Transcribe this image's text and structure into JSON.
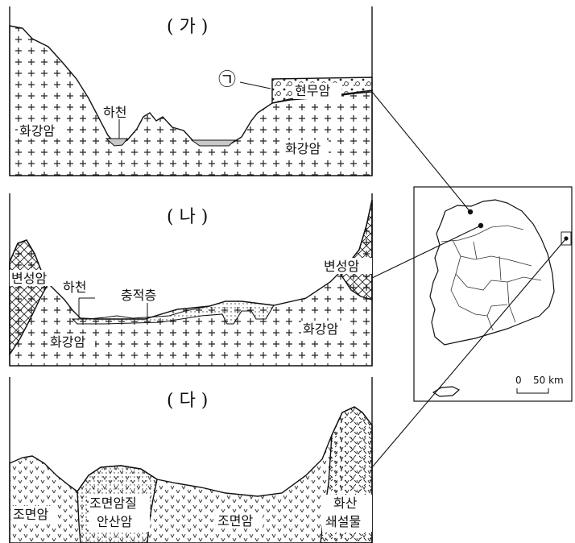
{
  "panels": {
    "ga": {
      "title": "( 가 )",
      "label_marker": "㉠",
      "label_basalt": "현무암",
      "label_river": "하천",
      "label_granite_left": "화강암",
      "label_granite_right": "화강암"
    },
    "na": {
      "title": "( 나 )",
      "label_meta_left": "변성암",
      "label_meta_right": "변성암",
      "label_river": "하천",
      "label_sediment": "충적층",
      "label_granite_left": "화강암",
      "label_granite_right": "화강암"
    },
    "da": {
      "title": "( 다 )",
      "label_trachyte_left": "조면암",
      "label_andesite_line1": "조면암질",
      "label_andesite_line2": "안산암",
      "label_trachyte_center": "조면암",
      "label_pyro_line1": "화산",
      "label_pyro_line2": "쇄설물"
    }
  },
  "map": {
    "scale_zero": "0",
    "scale_value": "50 km"
  }
}
